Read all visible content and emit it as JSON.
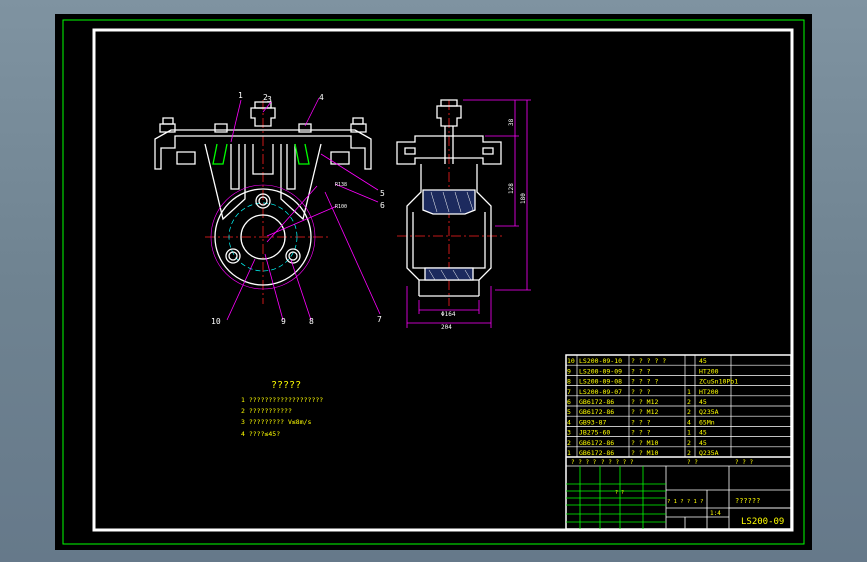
{
  "colors": {
    "background": "#000000",
    "sheet_border": "#00ff00",
    "frame": "#ffffff",
    "part": "#ffffff",
    "dimension": "#ff00ff",
    "centerline": "#ff2020",
    "hatch_fill": "#1c2a5e",
    "tech_text": "#ffff00",
    "table_text": "#ffff00",
    "table_grid": "#ffffff",
    "table_inner": "#00ff00"
  },
  "balloons": {
    "b1": "1",
    "b2": "2",
    "b3": "3",
    "b4": "4",
    "b5": "5",
    "b6": "6",
    "b7": "7",
    "b8": "8",
    "b9": "9",
    "b10": "10"
  },
  "dims": {
    "width_label": "204",
    "inner_width_label": "Φ164",
    "height_total": "180",
    "height_mid": "128",
    "height_top": "38",
    "radius_outer": "R138",
    "radius_inner": "R100"
  },
  "tech": {
    "title": "?????",
    "items": [
      "1  ???????????????????",
      "2  ???????????",
      "3  ?????????  V≤8m/s",
      "4  ????≤45?"
    ]
  },
  "bom": {
    "rows": [
      {
        "no": "10",
        "code": "LS200-09-10",
        "name": "? ? ? ? ?",
        "qty": "",
        "material": "45"
      },
      {
        "no": "9",
        "code": "LS200-09-09",
        "name": "? ? ?",
        "qty": "",
        "material": "HT200"
      },
      {
        "no": "8",
        "code": "LS200-09-08",
        "name": "? ? ? ?",
        "qty": "",
        "material": "ZCuSn10Pb1"
      },
      {
        "no": "7",
        "code": "LS200-09-07",
        "name": "? ? ?",
        "qty": "1",
        "material": "HT200"
      },
      {
        "no": "6",
        "code": "GB6172-86",
        "name": "? ? M12",
        "qty": "2",
        "material": "45"
      },
      {
        "no": "5",
        "code": "GB6172-86",
        "name": "? ? M12",
        "qty": "2",
        "material": "Q235A"
      },
      {
        "no": "4",
        "code": "GB93-87",
        "name": "? ? ?",
        "qty": "4",
        "material": "65Mn"
      },
      {
        "no": "3",
        "code": "JB275-60",
        "name": "? ? ?",
        "qty": "1",
        "material": "45"
      },
      {
        "no": "2",
        "code": "GB6172-86",
        "name": "? ? M10",
        "qty": "2",
        "material": "45"
      },
      {
        "no": "1",
        "code": "GB6172-86",
        "name": "? ? M10",
        "qty": "2",
        "material": "Q235A"
      }
    ],
    "header": [
      "?",
      "?",
      "?",
      "?",
      "?",
      "?",
      "?",
      "?"
    ],
    "title_box": "??????",
    "drawing_no": "LS200-09",
    "sheet_info": "? 1 ? ? 1 ?",
    "scale_label": "1:4",
    "misc_a": "? ? ? ?",
    "misc_b": "? ? ? ? ?",
    "misc_c": "? ?",
    "misc_d": "? ? ?",
    "misc_e": "? ?"
  }
}
